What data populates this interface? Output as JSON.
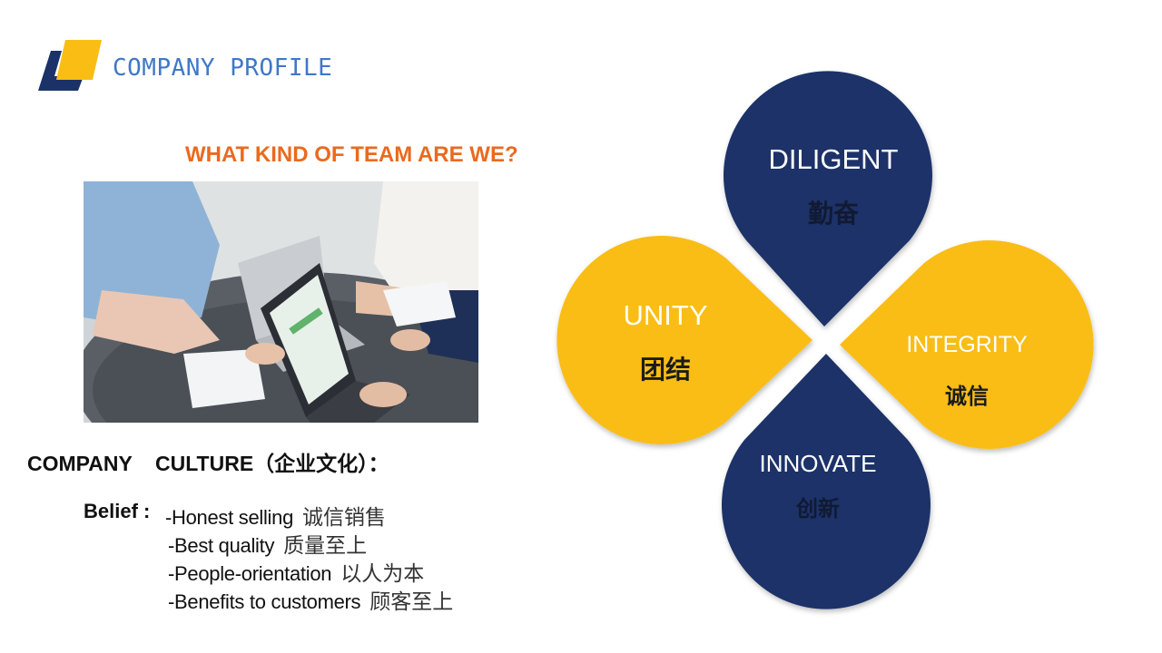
{
  "header": {
    "title": "COMPANY PROFILE"
  },
  "team_question": "WHAT KIND OF TEAM ARE WE?",
  "culture": {
    "heading": "COMPANY    CULTURE（企业文化）：",
    "belief_label": "Belief :",
    "beliefs": [
      {
        "en": "-Honest selling",
        "zh": "诚信销售"
      },
      {
        "en": "-Best quality",
        "zh": "质量至上"
      },
      {
        "en": "-People-orientation",
        "zh": "以人为本"
      },
      {
        "en": "-Benefits to customers",
        "zh": "顾客至上"
      }
    ]
  },
  "values": {
    "diligent": {
      "en": "DILIGENT",
      "zh": "勤奋"
    },
    "unity": {
      "en": "UNITY",
      "zh": "团结"
    },
    "integrity": {
      "en": "INTEGRITY",
      "zh": "诚信"
    },
    "innovate": {
      "en": "INNOVATE",
      "zh": "创新"
    }
  },
  "colors": {
    "navy": "#1a3268",
    "gold": "#f9bd14",
    "header_blue": "#3f78c7",
    "question_orange": "#ea6a1e"
  },
  "icons": {
    "logo": "company-logo-icon"
  }
}
